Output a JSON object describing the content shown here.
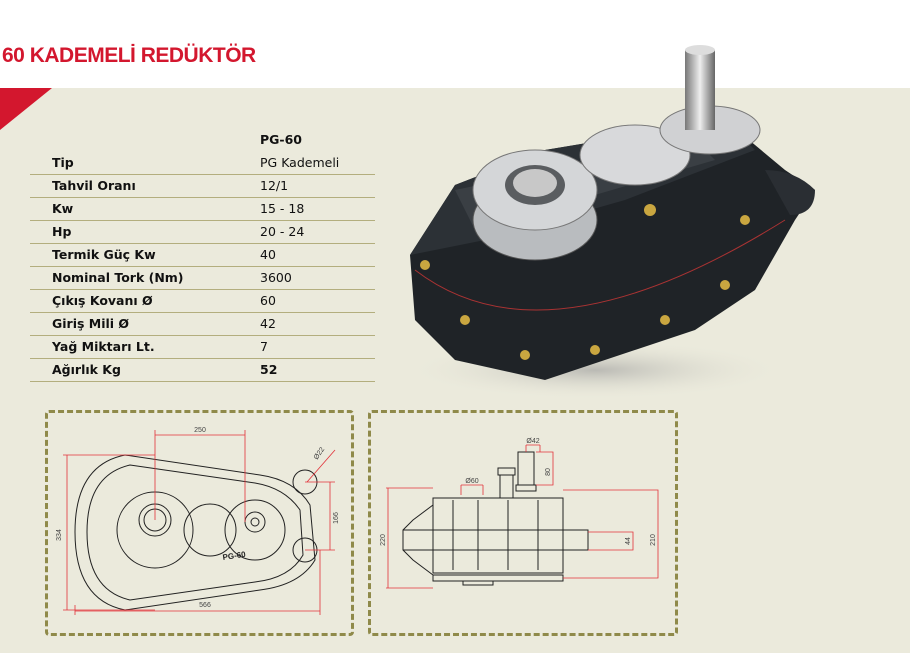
{
  "title": "60 KADEMELİ REDÜKTÖR",
  "model": "PG-60",
  "specs": [
    {
      "label": "Tip",
      "value": "PG Kademeli"
    },
    {
      "label": "Tahvil Oranı",
      "value": "12/1"
    },
    {
      "label": "Kw",
      "value": "15 - 18"
    },
    {
      "label": "Hp",
      "value": "20 - 24"
    },
    {
      "label": "Termik Güç Kw",
      "value": "40"
    },
    {
      "label": "Nominal Tork (Nm)",
      "value": "3600"
    },
    {
      "label": "Çıkış Kovanı Ø",
      "value": "60"
    },
    {
      "label": "Giriş Mili Ø",
      "value": "42"
    },
    {
      "label": "Yağ Miktarı Lt.",
      "value": "7"
    },
    {
      "label": "Ağırlık Kg",
      "value": "52"
    }
  ],
  "front_drawing": {
    "dim_top": "250",
    "dim_height": "334",
    "dim_hole": "Ø22",
    "dim_right": "166",
    "dim_width": "566",
    "mark": "PG-60"
  },
  "side_drawing": {
    "dim_shaft": "Ø42",
    "dim_shaft_len": "80",
    "dim_bore": "Ø60",
    "dim_height": "220",
    "dim_right": "210",
    "dim_small": "44"
  }
}
